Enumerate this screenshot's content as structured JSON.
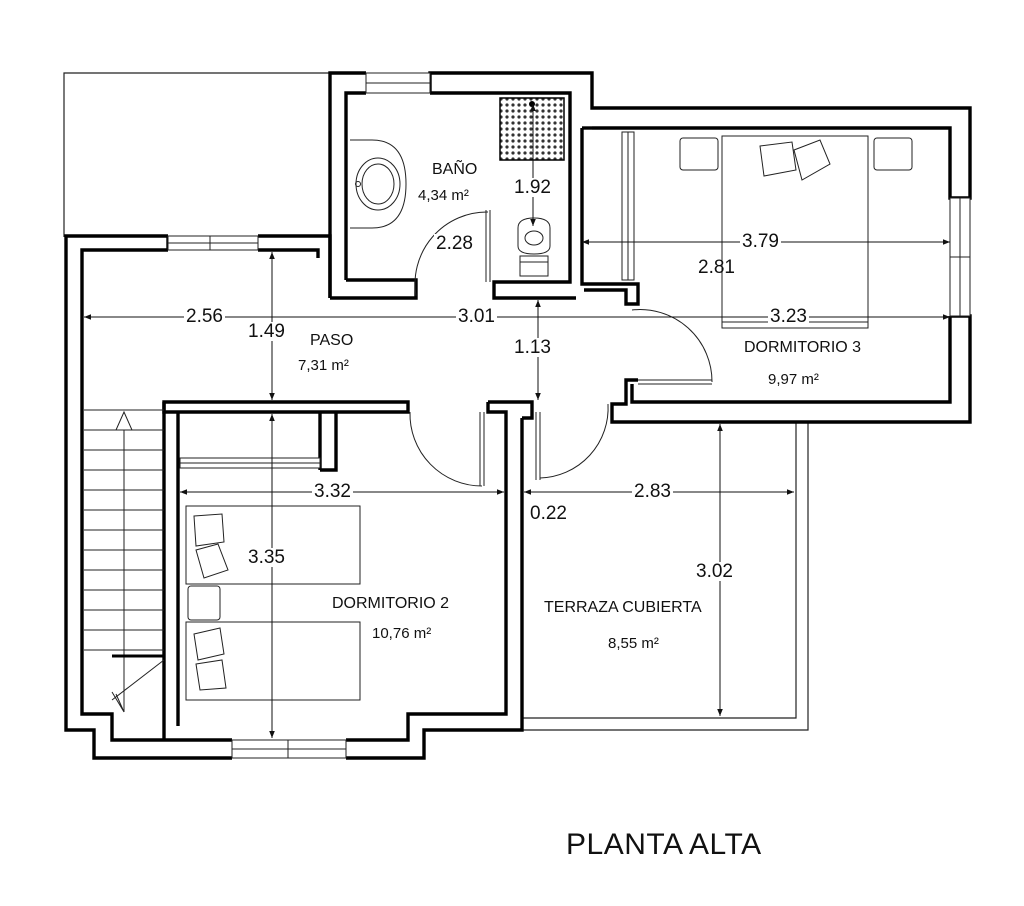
{
  "title": "PLANTA ALTA",
  "rooms": {
    "bano": {
      "name": "BAÑO",
      "area": "4,34 m²"
    },
    "paso": {
      "name": "PASO",
      "area": "7,31 m²"
    },
    "dormitorio3": {
      "name": "DORMITORIO 3",
      "area": "9,97 m²"
    },
    "dormitorio2": {
      "name": "DORMITORIO 2",
      "area": "10,76 m²"
    },
    "terraza": {
      "name": "TERRAZA CUBIERTA",
      "area": "8,55 m²"
    }
  },
  "dimensions": {
    "d192": "1.92",
    "d228": "2.28",
    "d379": "3.79",
    "d281": "2.81",
    "d256": "2.56",
    "d149": "1.49",
    "d301": "3.01",
    "d323": "3.23",
    "d113": "1.13",
    "d332": "3.32",
    "d283": "2.83",
    "d022": "0.22",
    "d335": "3.35",
    "d302": "3.02"
  }
}
